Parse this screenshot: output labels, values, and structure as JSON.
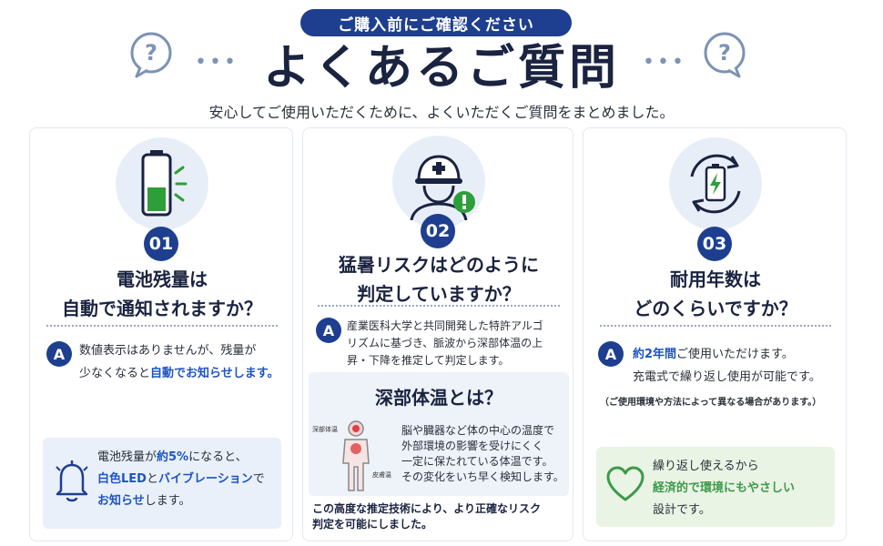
{
  "header": {
    "pill": "ご購入前にご確認ください",
    "title": "よくあるご質問",
    "subtitle": "安心してご使用いただくために、よくいただくご質問をまとめました。",
    "dots": "•••",
    "question_mark": "?"
  },
  "cards": [
    {
      "icon": "battery-icon",
      "number": "01",
      "question_line1": "電池残量は",
      "question_line2": "自動で通知されますか？",
      "a_label": "A",
      "answer_line1": "数値表示はありませんが、残量が",
      "answer_line2_plain": "少なくなると",
      "answer_line2_highlight": "自動でお知らせします。",
      "note_icon": "bell-icon",
      "note_line1_a": "電池残量が",
      "note_line1_b": "約5%",
      "note_line1_c": "になると、",
      "note_line2_a": "白色LED",
      "note_line2_b": "と",
      "note_line2_c": "バイブレーション",
      "note_line2_d": "で",
      "note_line3_a": "お知らせ",
      "note_line3_b": "します。"
    },
    {
      "icon": "worker-helmet-icon",
      "number": "02",
      "question_line1": "猛暑リスクはどのように",
      "question_line2": "判定していますか？",
      "a_label": "A",
      "answer_line1": "産業医科大学と共同開発した特許アルゴ",
      "answer_line2": "リズムに基づき、脈波から深部体温の上",
      "answer_line3": "昇・下降を推定して判定します。",
      "deep_title": "深部体温とは？",
      "label_deep": "深部体温",
      "label_skin": "皮膚温",
      "deep_line1": "脳や臓器など体の中心の温度で",
      "deep_line2": "外部環境の影響を受けにくく",
      "deep_line3": "一定に保たれている体温です。",
      "deep_line4": "その変化をいち早く検知します。",
      "final_line1": "この高度な推定技術により、より正確なリスク",
      "final_line2": "判定を可能にしました。"
    },
    {
      "icon": "recharge-cycle-icon",
      "number": "03",
      "question_line1": "耐用年数は",
      "question_line2": "どのくらいですか？",
      "a_label": "A",
      "answer_highlight": "約2年間",
      "answer_line1_rest": "ご使用いただけます。",
      "answer_line2": "充電式で繰り返し使用が可能です。",
      "small_note": "（ご使用環境や方法によって異なる場合があります。）",
      "note_icon": "heart-icon",
      "green_line1": "繰り返し使えるから",
      "green_line2": "経済的で環境にもやさしい",
      "green_line3": "設計です。"
    }
  ],
  "colors": {
    "navy": "#1e3f8f",
    "blue_highlight": "#1e54c4",
    "green_highlight": "#3d9a4a",
    "battery_green": "#2e9e3a"
  }
}
